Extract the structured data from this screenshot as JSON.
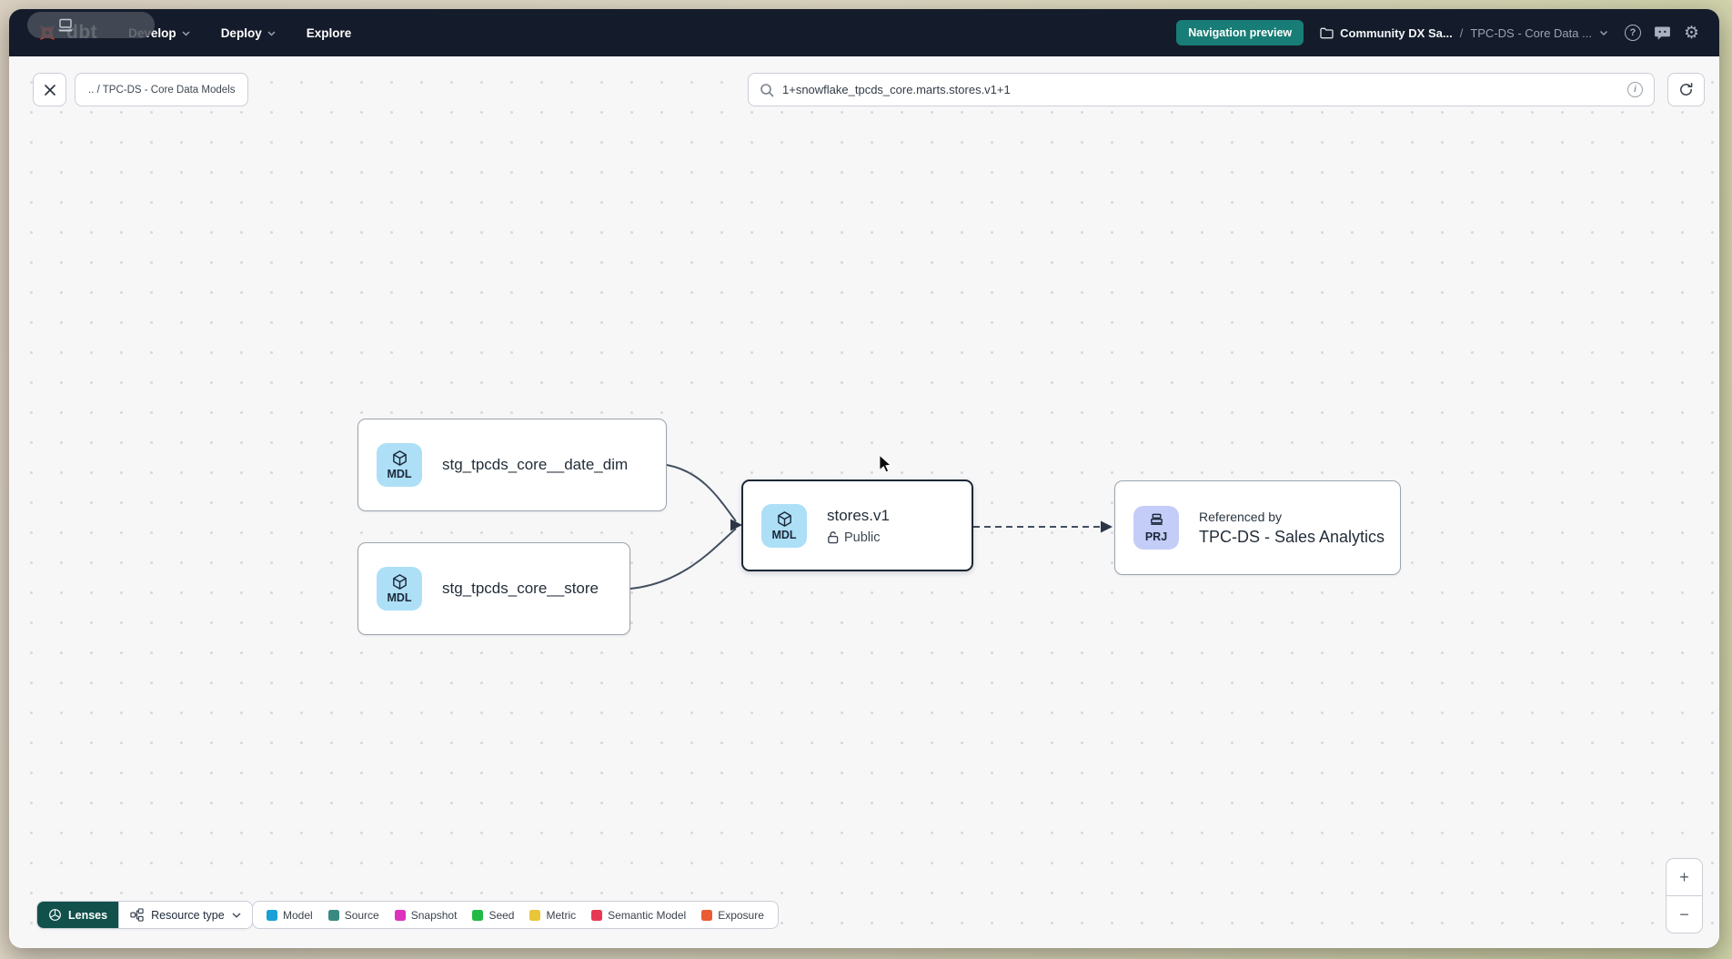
{
  "topnav": {
    "logo_text": "dbt",
    "menus": [
      {
        "label": "Develop",
        "has_chevron": true
      },
      {
        "label": "Deploy",
        "has_chevron": true
      },
      {
        "label": "Explore",
        "has_chevron": false
      }
    ],
    "preview_badge": "Navigation preview",
    "breadcrumb": {
      "project": "Community DX Sa...",
      "separator": "/",
      "page": "TPC-DS - Core Data ..."
    }
  },
  "toolbar": {
    "breadcrumb_chip": ".. / TPC-DS - Core Data Models",
    "search_value": "1+snowflake_tpcds_core.marts.stores.v1+1"
  },
  "graph": {
    "nodes": [
      {
        "badge": "MDL",
        "label": "stg_tpcds_core__date_dim"
      },
      {
        "badge": "MDL",
        "label": "stg_tpcds_core__store"
      },
      {
        "badge": "MDL",
        "label": "stores.v1",
        "sublabel": "Public",
        "selected": true
      },
      {
        "badge": "PRJ",
        "label": "Referenced by",
        "sublabel": "TPC-DS - Sales Analytics"
      }
    ]
  },
  "footer": {
    "lenses_label": "Lenses",
    "resource_type_label": "Resource type",
    "legend": [
      {
        "label": "Model",
        "color": "#18a0d7"
      },
      {
        "label": "Source",
        "color": "#3a8a82"
      },
      {
        "label": "Snapshot",
        "color": "#da33bd"
      },
      {
        "label": "Seed",
        "color": "#21ba45"
      },
      {
        "label": "Metric",
        "color": "#e9c53a"
      },
      {
        "label": "Semantic Model",
        "color": "#e63953"
      },
      {
        "label": "Exposure",
        "color": "#ea5c33"
      }
    ],
    "zoom_in": "+",
    "zoom_out": "−"
  },
  "colors": {
    "accent_teal": "#187d76",
    "brand_orange": "#ff4a2d",
    "selected_border": "#1c2735",
    "mdl_badge": "#addff7",
    "prj_badge": "#c4cdf8"
  }
}
